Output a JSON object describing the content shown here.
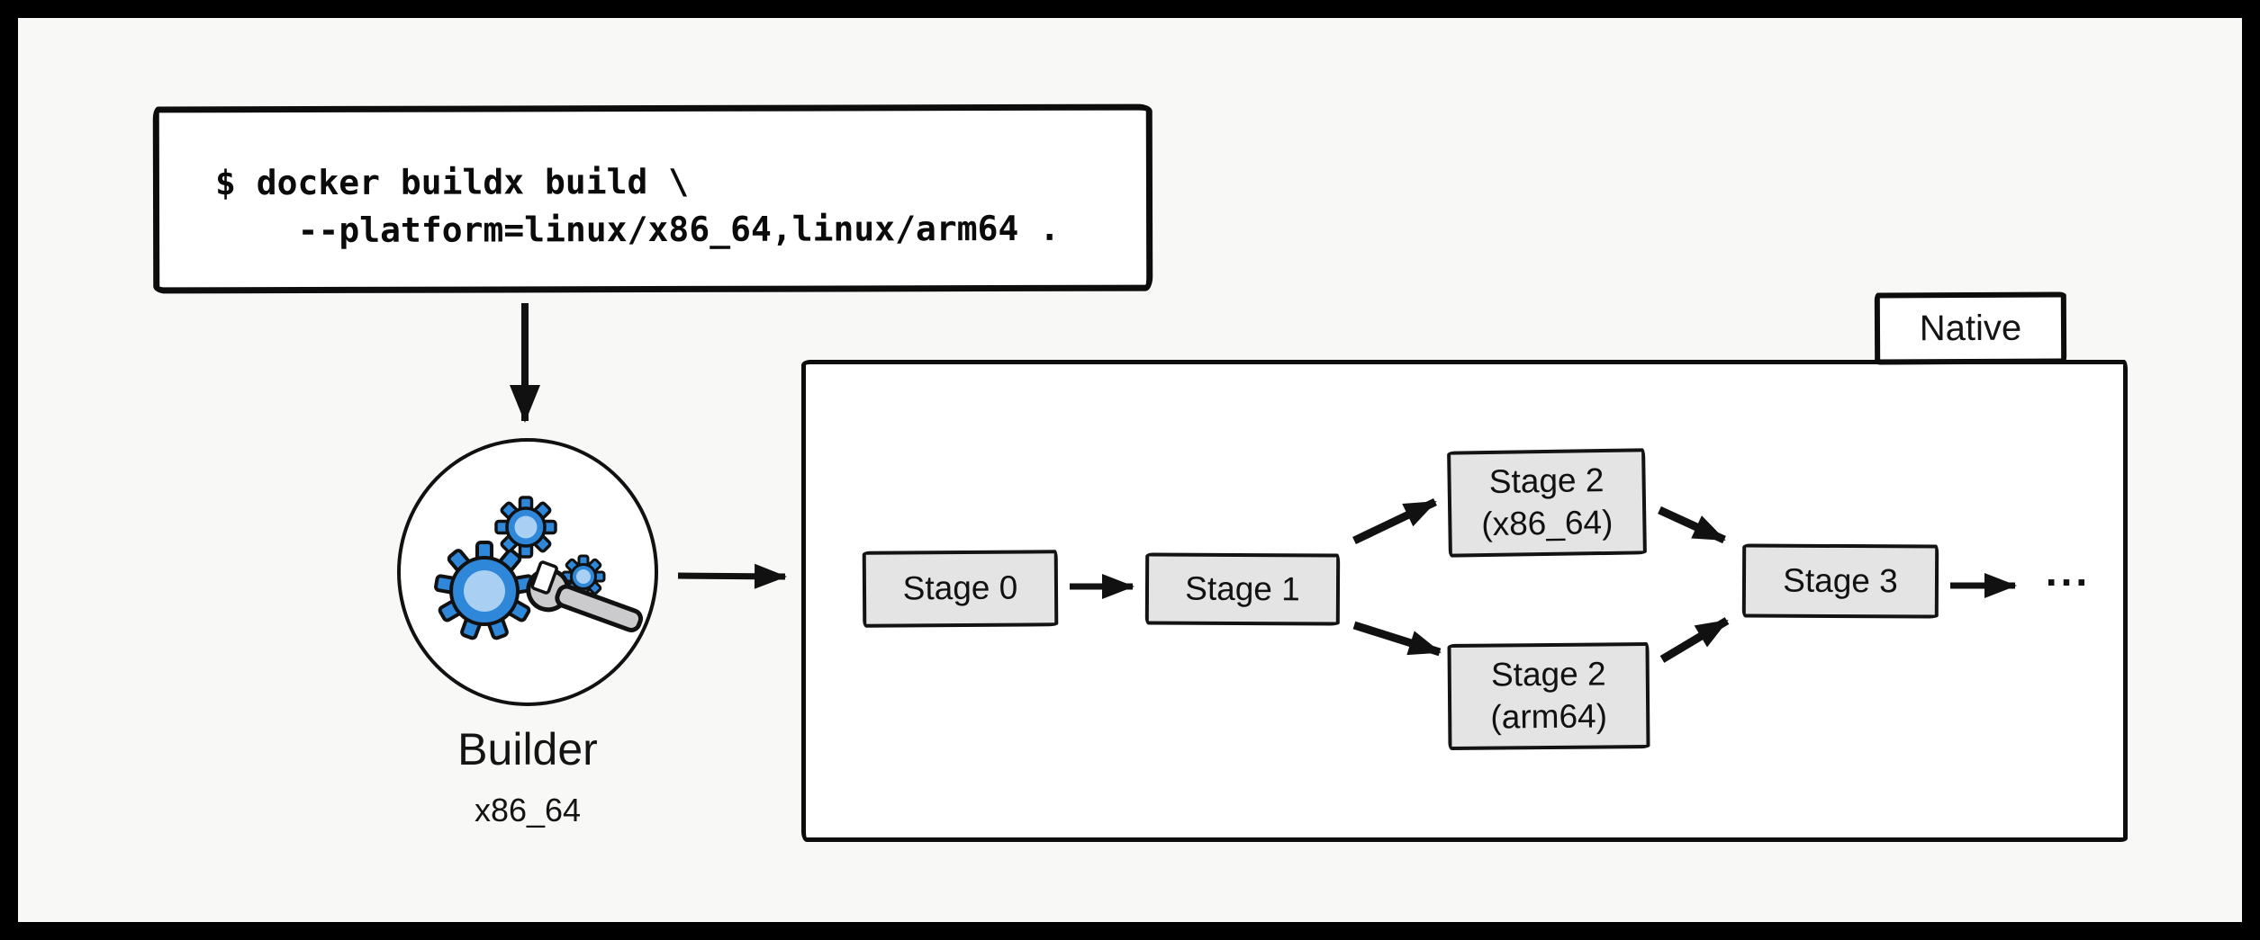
{
  "terminal": {
    "lines": [
      "$ docker buildx build \\",
      "    --platform=linux/x86_64,linux/arm64 ."
    ]
  },
  "builder": {
    "label": "Builder",
    "arch": "x86_64",
    "icon": "gears-and-wrench-icon"
  },
  "pipeline": {
    "tab_label": "Native",
    "stages": [
      {
        "id": "stage0",
        "label": "Stage 0"
      },
      {
        "id": "stage1",
        "label": "Stage 1"
      },
      {
        "id": "stage2-x86",
        "label": "Stage 2",
        "sublabel": "(x86_64)"
      },
      {
        "id": "stage2-arm",
        "label": "Stage 2",
        "sublabel": "(arm64)"
      },
      {
        "id": "stage3",
        "label": "Stage 3"
      }
    ],
    "ellipsis": "..."
  },
  "colors": {
    "page_background": "#f8f8f6",
    "frame": "#000000",
    "box_fill": "#ffffff",
    "stage_fill": "#e4e4e4",
    "line_black": "#111111",
    "gear_blue": "#2e87d8",
    "gear_light_blue": "#a9cff2",
    "wrench_gray": "#cbcbce"
  }
}
